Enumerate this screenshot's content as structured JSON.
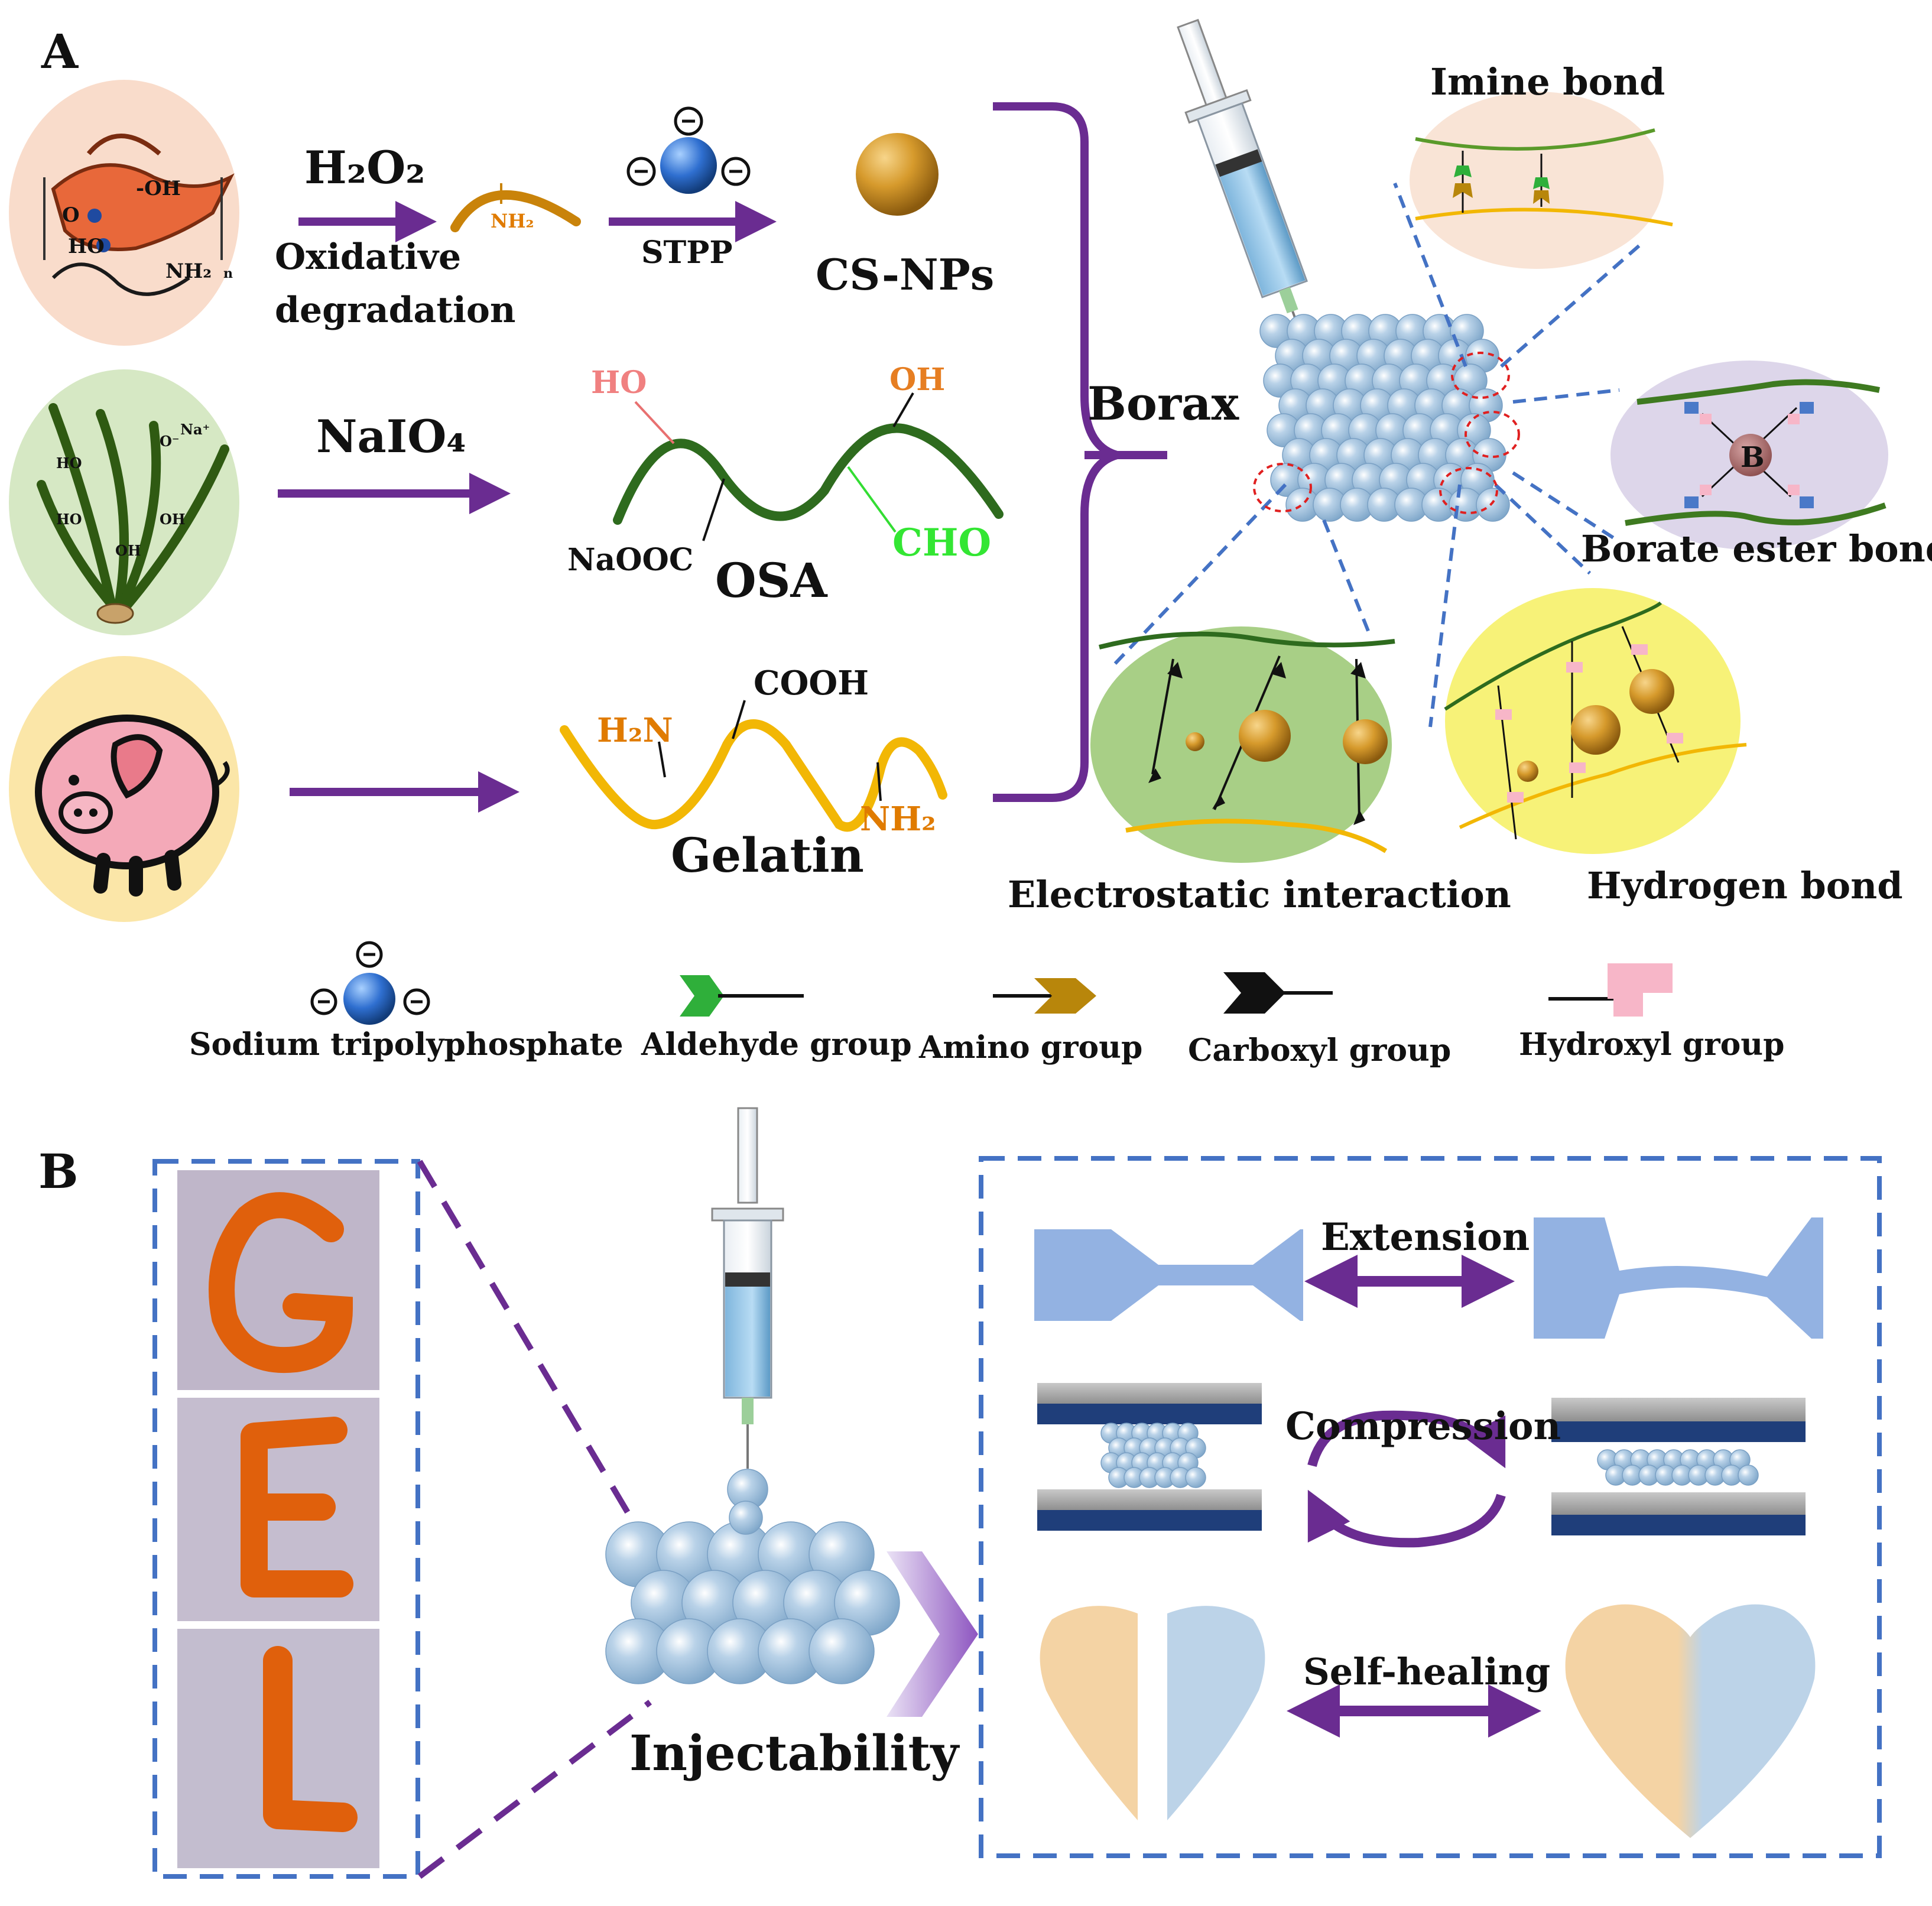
{
  "panels": {
    "a_label": "A",
    "b_label": "B"
  },
  "chitosan": {
    "oh": "-OH",
    "ho": "HO",
    "o": "O",
    "nh2": "NH₂",
    "n": "n",
    "reagent": "H₂O₂",
    "step_line1": "Oxidative",
    "step_line2": "degradation",
    "fragment_nh2": "NH₂",
    "stpp": "STPP",
    "product": "CS-NPs"
  },
  "alginate": {
    "na": "Na⁺",
    "o_minus": "O⁻",
    "ho1": "HO",
    "ho2": "HO",
    "oh1": "OH",
    "oh2": "OH",
    "reagent": "NaIO₄",
    "ho_label": "HO",
    "oh_label": "OH",
    "cooh_label": "NaOOC",
    "cho_label": "CHO",
    "product": "OSA"
  },
  "gelatin": {
    "h2n": "H₂N",
    "cooh": "COOH",
    "nh2": "NH₂",
    "product": "Gelatin"
  },
  "crosslinker": "Borax",
  "bonds": {
    "imine": "Imine bond",
    "borate": "Borate ester bond",
    "borate_center": "B",
    "electrostatic": "Electrostatic interaction",
    "hydrogen": "Hydrogen bond"
  },
  "legend": {
    "stpp": "Sodium  tripolyphosphate",
    "aldehyde": "Aldehyde group",
    "amino": "Amino group",
    "carboxyl": "Carboxyl group",
    "hydroxyl": "Hydroxyl group"
  },
  "panel_b": {
    "injectability": "Injectability",
    "extension": "Extension",
    "compression": "Compression",
    "self_healing": "Self-healing"
  },
  "colors": {
    "purple": "#6a2c91",
    "dashed_blue": "#4472c4",
    "olive": "#2e7d32",
    "gold": "#f2b705",
    "orange": "#e07b00",
    "sphere": "#9dbddb",
    "bead": "#d08a20"
  }
}
